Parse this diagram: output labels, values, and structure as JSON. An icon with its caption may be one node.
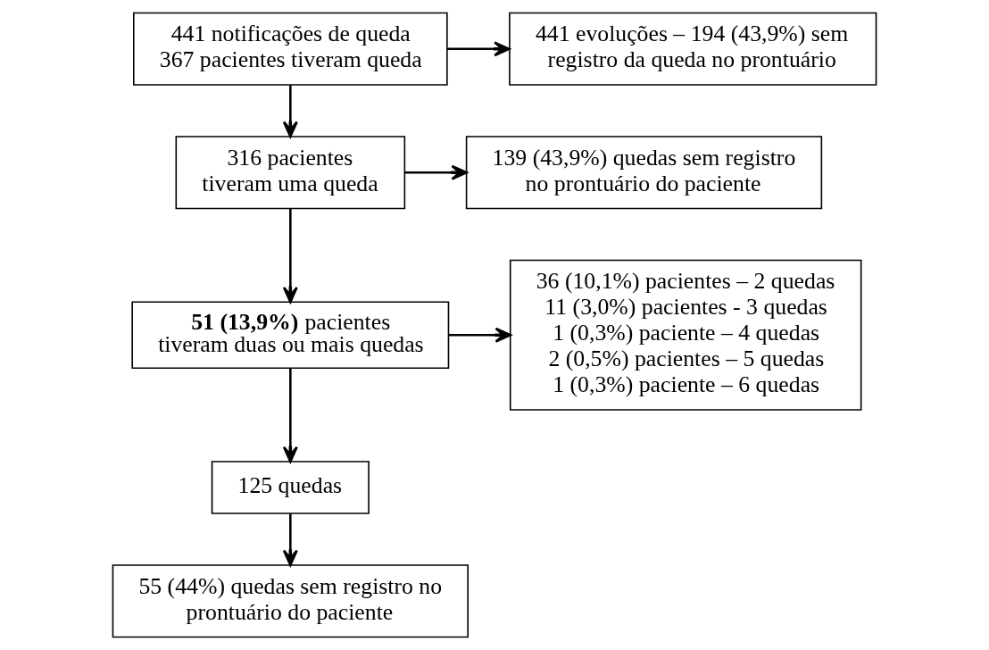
{
  "diagram": {
    "nodes": [
      {
        "text": [
          "441 notificações de queda",
          "367 pacientes tiveram queda"
        ]
      },
      {
        "text": [
          "441 evoluções – 194 (43,9%) sem registro da queda no prontuário"
        ]
      },
      {
        "text": [
          "316 pacientes tiveram uma queda"
        ]
      },
      {
        "text": [
          "139 (43,9%) quedas sem registro no prontuário do paciente"
        ]
      },
      {
        "text": [
          "**51 (13,9%)** pacientes tiveram duas ou mais quedas"
        ]
      },
      {
        "text": [
          "36 (10,1%) pacientes – 2 quedas",
          "11 (3,0%) pacientes - 3 quedas",
          "1 (0,3%) paciente – 4 quedas",
          "2 (0,5%) pacientes – 5 quedas",
          "1 (0,3%) paciente – 6 quedas"
        ]
      },
      {
        "text": [
          "125 quedas"
        ]
      },
      {
        "text": [
          "55 (44%) quedas sem registro no prontuário do paciente"
        ]
      }
    ],
    "edges": [
      {
        "from": 0,
        "to": 1,
        "arrow": "to"
      },
      {
        "from": 0,
        "to": 2,
        "arrow": "to"
      },
      {
        "from": 2,
        "to": 3,
        "arrow": "to"
      },
      {
        "from": 2,
        "to": 4,
        "arrow": "to"
      },
      {
        "from": 4,
        "to": 5,
        "arrow": "to"
      },
      {
        "from": 4,
        "to": 6,
        "arrow": "to"
      },
      {
        "from": 6,
        "to": 7,
        "arrow": "to"
      }
    ]
  }
}
